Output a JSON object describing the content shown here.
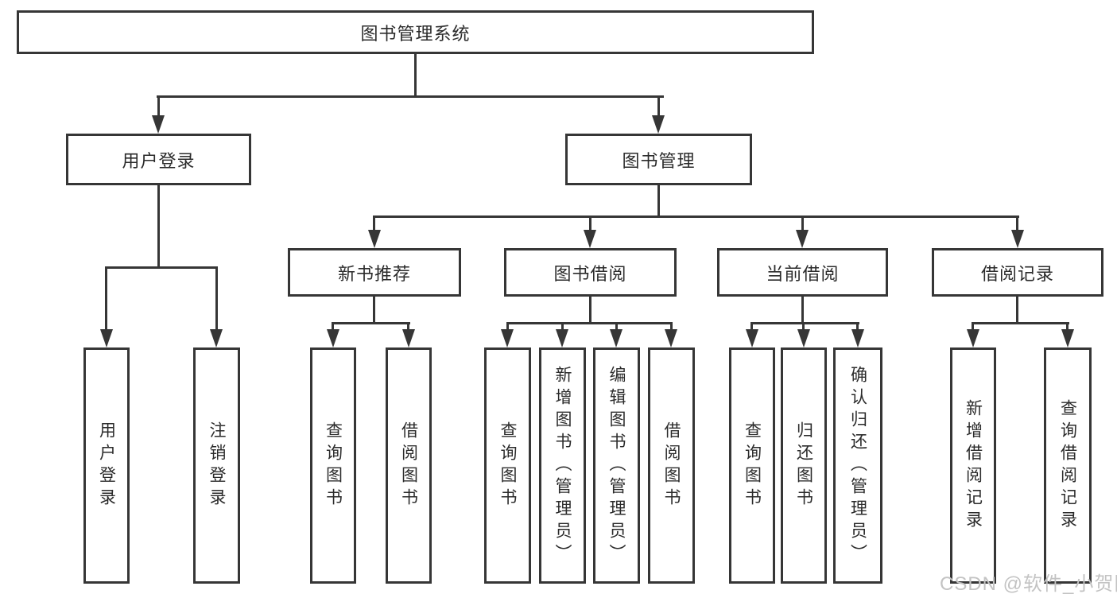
{
  "root": {
    "label": "图书管理系统"
  },
  "branches": [
    {
      "label": "用户登录",
      "leaves": [
        {
          "label": "用户登录"
        },
        {
          "label": "注销登录"
        }
      ]
    },
    {
      "label": "图书管理",
      "sections": [
        {
          "label": "新书推荐",
          "leaves": [
            {
              "label": "查询图书"
            },
            {
              "label": "借阅图书"
            }
          ]
        },
        {
          "label": "图书借阅",
          "leaves": [
            {
              "label": "查询图书"
            },
            {
              "label": "新增图书（管理员）"
            },
            {
              "label": "编辑图书（管理员）"
            },
            {
              "label": "借阅图书"
            }
          ]
        },
        {
          "label": "当前借阅",
          "leaves": [
            {
              "label": "查询图书"
            },
            {
              "label": "归还图书"
            },
            {
              "label": "确认归还（管理员）"
            }
          ]
        },
        {
          "label": "借阅记录",
          "leaves": [
            {
              "label": "新增借阅记录"
            },
            {
              "label": "查询借阅记录"
            }
          ]
        }
      ]
    }
  ],
  "watermark": {
    "text": "CSDN @软件_小贺同学"
  },
  "colors": {
    "line": "#363636",
    "text": "#2b2b2b",
    "background": "#ffffff",
    "watermark": "#c3c3c3"
  }
}
